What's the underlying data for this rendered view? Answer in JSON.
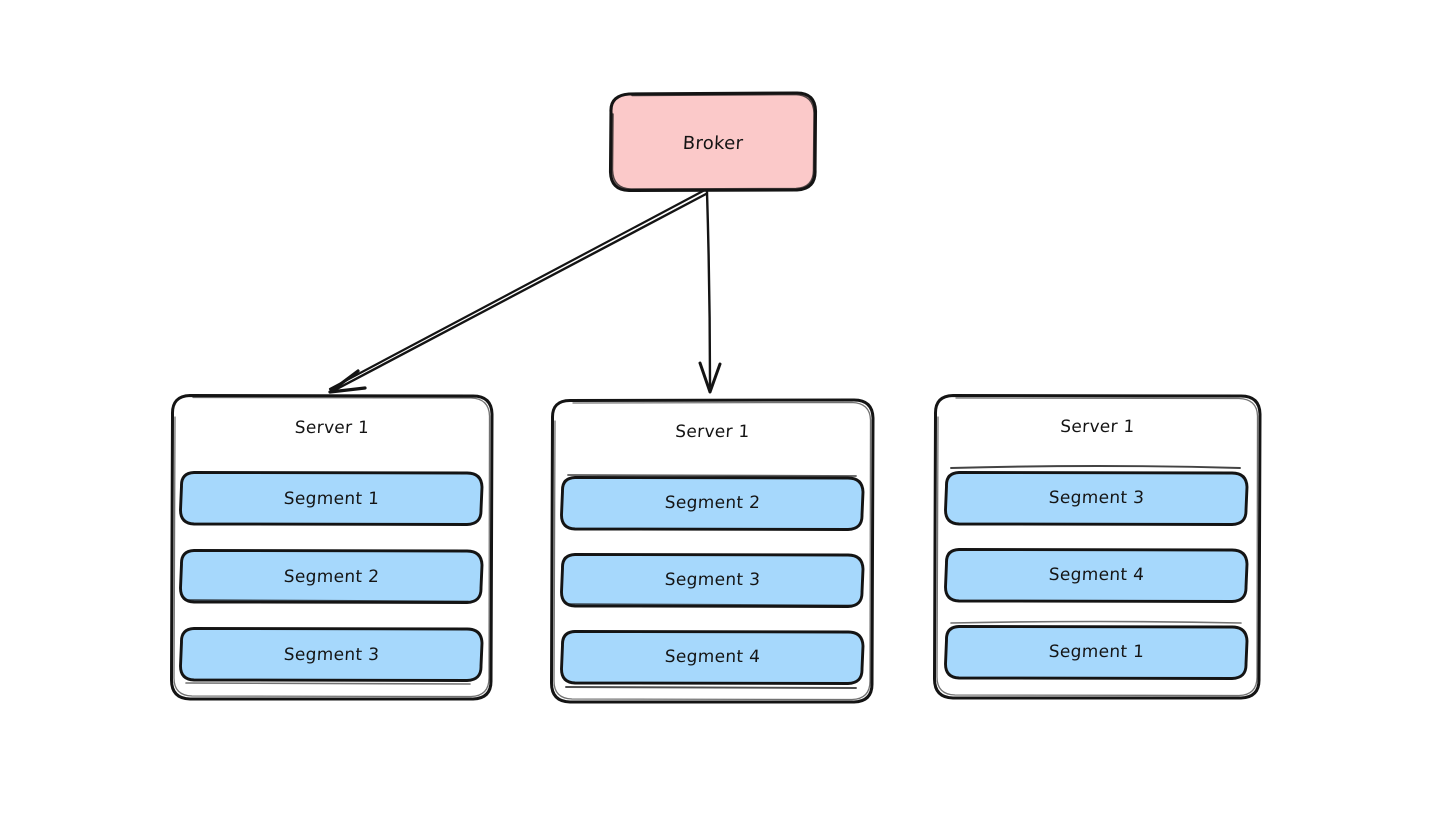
{
  "diagram": {
    "background_color": "#ffffff",
    "stroke_color": "#141414",
    "broker": {
      "label": "Broker",
      "fill_color": "#fbc9c9"
    },
    "segment_fill_color": "#a6d8fc",
    "server_fill_color": "#ffffff",
    "servers": [
      {
        "title": "Server 1",
        "segments": [
          {
            "label": "Segment 1"
          },
          {
            "label": "Segment 2"
          },
          {
            "label": "Segment 3"
          }
        ]
      },
      {
        "title": "Server 1",
        "segments": [
          {
            "label": "Segment 2"
          },
          {
            "label": "Segment 3"
          },
          {
            "label": "Segment 4"
          }
        ]
      },
      {
        "title": "Server 1",
        "segments": [
          {
            "label": "Segment 3"
          },
          {
            "label": "Segment 4"
          },
          {
            "label": "Segment 1"
          }
        ]
      }
    ],
    "connections": [
      {
        "from": "broker",
        "to": "server-1",
        "style": "arrow-diagonal"
      },
      {
        "from": "broker",
        "to": "server-2",
        "style": "arrow-vertical"
      }
    ]
  }
}
